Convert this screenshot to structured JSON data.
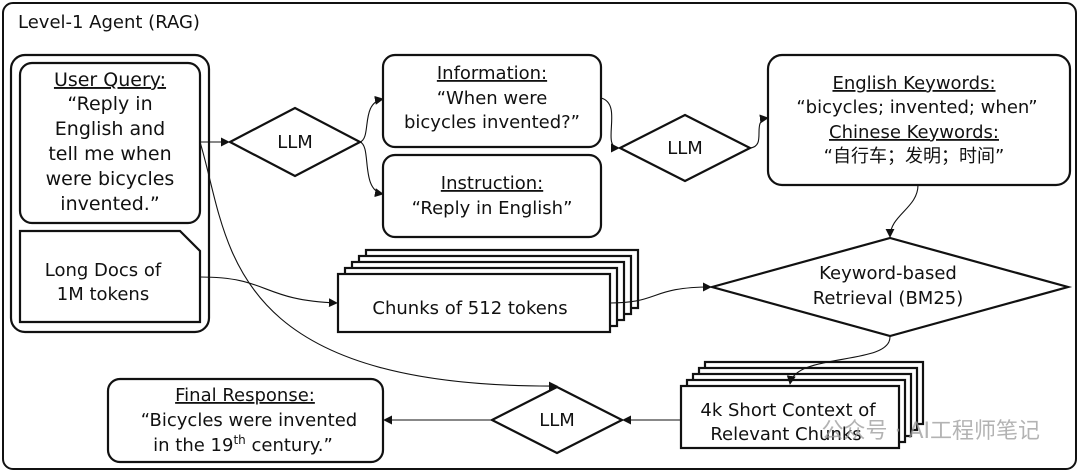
{
  "frame": {
    "title": "Level-1 Agent (RAG)"
  },
  "user_query": {
    "heading": "User Query:",
    "lines": [
      "“Reply in",
      "English and",
      "tell me when",
      "were bicycles",
      "invented.”"
    ]
  },
  "long_docs": {
    "lines": [
      "Long Docs of",
      "1M tokens"
    ]
  },
  "llm_label": "LLM",
  "information": {
    "heading": "Information:",
    "lines": [
      "“When were",
      "bicycles invented?”"
    ]
  },
  "instruction": {
    "heading": "Instruction:",
    "lines": [
      "“Reply in English”"
    ]
  },
  "keywords": {
    "english_heading": "English Keywords:",
    "english_value": "“bicycles; invented; when”",
    "chinese_heading": "Chinese Keywords:",
    "chinese_value": "“自行车；发明；时间”"
  },
  "chunks": {
    "label": "Chunks of 512 tokens"
  },
  "retrieval": {
    "lines": [
      "Keyword-based",
      "Retrieval (BM25)"
    ]
  },
  "short_context": {
    "lines": [
      "4k Short Context of",
      "Relevant Chunks"
    ]
  },
  "final_response": {
    "heading": "Final Response:",
    "line1": "“Bicycles were invented",
    "line2_prefix": "in the 19",
    "line2_sup": "th",
    "line2_suffix": " century.”"
  },
  "watermark": {
    "text": "公众号 · AI工程师笔记"
  }
}
